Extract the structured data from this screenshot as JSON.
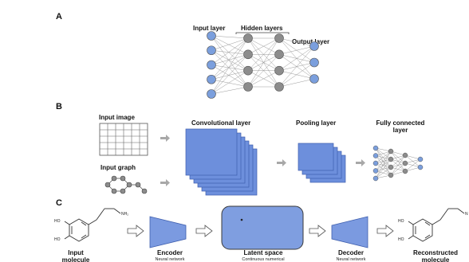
{
  "colors": {
    "input_node": "#7b9fdd",
    "hidden_node": "#8c8c8c",
    "output_node": "#7b9fdd",
    "block_fill": "#6d8fdc",
    "block_edge": "#3f5fae",
    "latent_fill": "#7f9ee0",
    "arrow_gray": "#a8a8a8",
    "edge_gray": "#8a8a8a"
  },
  "panel_a": {
    "letter": "A",
    "input_layer": "Input layer",
    "hidden_layers": "Hidden layers",
    "output_layer": "Output layer",
    "input_nodes": 5,
    "hidden_layer_nodes": [
      4,
      4
    ],
    "output_nodes": 3
  },
  "panel_b": {
    "letter": "B",
    "input_image": "Input image",
    "input_graph": "Input graph",
    "conv_layer": "Convolutional layer",
    "pooling_layer": "Pooling layer",
    "fc_line1": "Fully connected",
    "fc_line2": "layer"
  },
  "panel_c": {
    "letter": "C",
    "input_line1": "Input",
    "input_line2": "molecule",
    "encoder": "Encoder",
    "encoder_sub": "Neural network",
    "latent": "Latent space",
    "latent_sub": "Continuous numerical",
    "decoder": "Decoder",
    "decoder_sub": "Neural network",
    "recon_line1": "Reconstructed",
    "recon_line2": "molecule",
    "chem_ho": "HO",
    "chem_nh2": "NH₂",
    "chem_n": "N"
  }
}
